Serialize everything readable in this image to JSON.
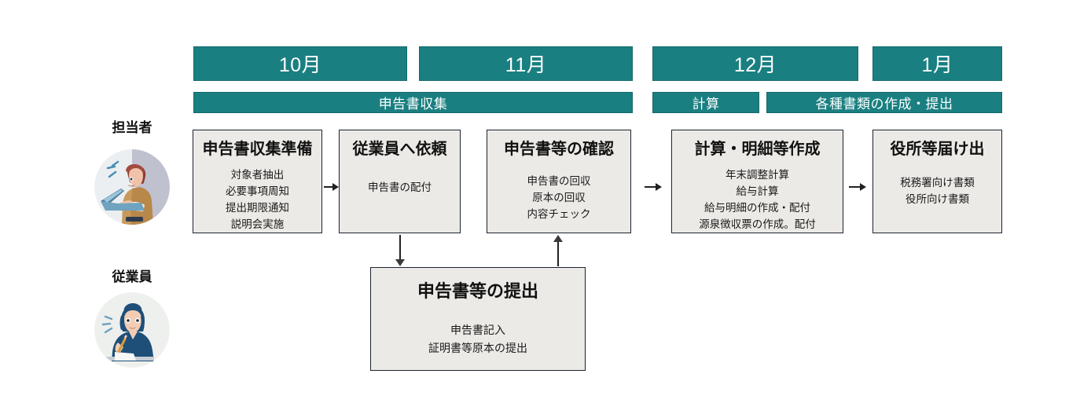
{
  "timeline": {
    "months": [
      {
        "label": "10月"
      },
      {
        "label": "11月"
      },
      {
        "label": "12月"
      },
      {
        "label": "1月"
      }
    ],
    "phases": [
      {
        "label": "申告書収集"
      },
      {
        "label": "計算"
      },
      {
        "label": "各種書類の作成・提出"
      }
    ]
  },
  "lanes": [
    {
      "label": "担当者",
      "avatar_icon": "person-at-laptop-avatar"
    },
    {
      "label": "従業員",
      "avatar_icon": "person-writing-avatar"
    }
  ],
  "steps": [
    {
      "title": "申告書収集準備",
      "lines": [
        "対象者抽出",
        "必要事項周知",
        "提出期限通知",
        "説明会実施"
      ]
    },
    {
      "title": "従業員へ依頼",
      "lines": [
        "申告書の配付"
      ]
    },
    {
      "title": "申告書等の確認",
      "lines": [
        "申告書の回収",
        "原本の回収",
        "内容チェック"
      ]
    },
    {
      "title": "計算・明細等作成",
      "lines": [
        "年末調整計算",
        "給与計算",
        "給与明細の作成・配付",
        "源泉徴収票の作成。配付"
      ]
    },
    {
      "title": "役所等届け出",
      "lines": [
        "税務署向け書類",
        "役所向け書類"
      ]
    }
  ],
  "employee_step": {
    "title": "申告書等の提出",
    "lines": [
      "申告書記入",
      "証明書等原本の提出"
    ]
  },
  "colors": {
    "teal": "#1a7f81",
    "box_fill": "#eceae6",
    "box_border": "#1b2430",
    "text": "#1a1a1a"
  }
}
